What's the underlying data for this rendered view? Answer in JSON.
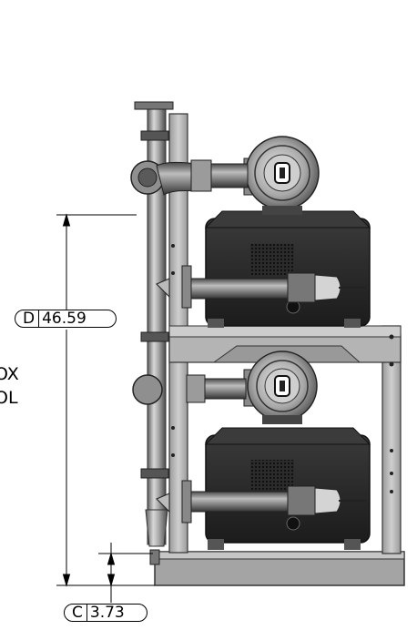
{
  "note": {
    "line1": "OX",
    "line2": "OL"
  },
  "dimensions": [
    {
      "id": "D",
      "letter": "D",
      "value": "46.59"
    },
    {
      "id": "C",
      "letter": "C",
      "value": "3.73"
    }
  ]
}
